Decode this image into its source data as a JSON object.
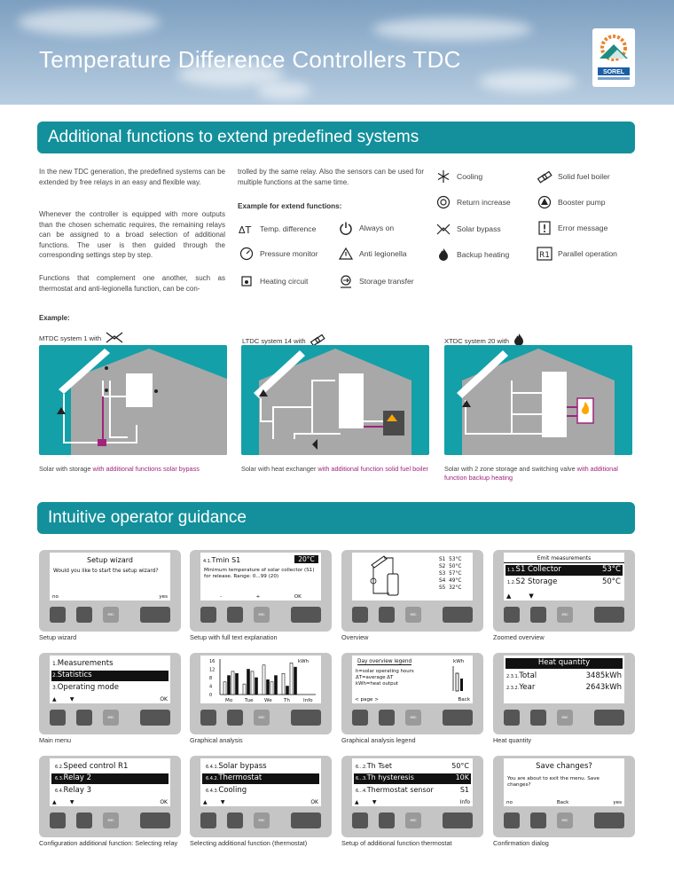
{
  "header": {
    "title": "Temperature Difference Controllers TDC",
    "logo_text": "SOREL"
  },
  "section1": {
    "title": "Additional functions to extend predefined systems",
    "intro_paragraphs": [
      "In the new TDC generation, the predefined systems can be extended by free relays in an easy and flexible way.",
      "Whenever the controller is equipped with more outputs than the chosen schematic requires, the remaining relays can be assigned to a broad selection of additional functions. The user is then guided through the corresponding settings step by step.",
      "Functions that complement one another, such as thermostat and anti-legionella function, can be con-"
    ],
    "continued_paragraph": "trolled by the same relay. Also the sensors can be used for multiple functions at the same time.",
    "example_heading": "Example for extend functions:",
    "functions_col1": [
      "Temp. difference",
      "Pressure monitor",
      "Heating circuit"
    ],
    "functions_col2": [
      "Always on",
      "Anti legionella",
      "Storage transfer"
    ],
    "functions_col3": [
      "Cooling",
      "Return increase",
      "Solar bypass",
      "Backup heating"
    ],
    "functions_col4": [
      "Solid fuel boiler",
      "Booster pump",
      "Error message",
      "Parallel operation"
    ],
    "example_label": "Example:",
    "examples": [
      {
        "title": "MTDC system 1 with",
        "caption_plain": "Solar with storage ",
        "caption_highlight": "with additional functions solar bypass"
      },
      {
        "title": "LTDC system 14 with",
        "caption_plain": "Solar with heat exchanger ",
        "caption_highlight": "with additional function solid fuel boiler"
      },
      {
        "title": "XTDC system 20 with",
        "caption_plain": "Solar with 2 zone storage and switching valve ",
        "caption_highlight": "with additional function backup heating"
      }
    ]
  },
  "section2": {
    "title": "Intuitive operator guidance",
    "esc_label": "esc",
    "devices": [
      {
        "label": "Setup wizard",
        "title": "Setup wizard",
        "body": "Would you like to start the setup wizard?",
        "soft_left": "no",
        "soft_right": "yes"
      },
      {
        "label": "Setup with full text explanation",
        "menu_no": "4.1.",
        "menu_name": "Tmin S1",
        "value": "20°C",
        "body": "Minimum temperature of solar collector (S1) for release. Range: 0...99 (20)",
        "soft": [
          "-",
          "+",
          "OK"
        ]
      },
      {
        "label": "Overview",
        "sensors": [
          [
            "S1",
            "53°C"
          ],
          [
            "S2",
            "50°C"
          ],
          [
            "S3",
            "57°C"
          ],
          [
            "S4",
            "49°C"
          ],
          [
            "S5",
            "32°C"
          ]
        ]
      },
      {
        "label": "Zoomed overview",
        "title": "Emit measurements",
        "rows": [
          [
            "1.1.",
            "S1 Collector",
            "53°C"
          ],
          [
            "1.2.",
            "S2 Storage",
            "50°C"
          ]
        ]
      },
      {
        "label": "Main menu",
        "rows": [
          [
            "1.",
            "Measurements"
          ],
          [
            "2.",
            "Statistics"
          ],
          [
            "3.",
            "Operating mode"
          ]
        ],
        "soft_right": "OK"
      },
      {
        "label": "Graphical analysis",
        "unit": "kWh",
        "y_ticks": [
          "16",
          "12",
          "8",
          "4",
          "0"
        ],
        "days": [
          "Mo",
          "Tue",
          "We",
          "Th",
          "Info"
        ]
      },
      {
        "label": "Graphical analysis legend",
        "title": "Day overview legend",
        "unit": "kWh",
        "lines": [
          "h=solar operating hours",
          "ΔT=average ΔT",
          "kWh=heat output"
        ],
        "soft_left": "< page >",
        "soft_right": "Back"
      },
      {
        "label": "Heat quantity",
        "title": "Heat quantity",
        "rows": [
          [
            "2.3.1.",
            "Total",
            "3485kWh"
          ],
          [
            "2.3.2.",
            "Year",
            "2643kWh"
          ]
        ]
      },
      {
        "label": "Configuration additional function: Selecting relay",
        "rows": [
          [
            "6.2.",
            "Speed control R1"
          ],
          [
            "6.3.",
            "Relay 2"
          ],
          [
            "6.4.",
            "Relay 3"
          ]
        ],
        "soft_right": "OK"
      },
      {
        "label": "Selecting additional function (thermostat)",
        "rows": [
          [
            "6.4.1.",
            "Solar bypass"
          ],
          [
            "6.4.2.",
            "Thermostat"
          ],
          [
            "6.4.3.",
            "Cooling"
          ]
        ],
        "soft_right": "OK"
      },
      {
        "label": "Setup of additional function thermostat",
        "rows": [
          [
            "6...2.",
            "Th Tset",
            "50°C"
          ],
          [
            "6...3.",
            "Th hysteresis",
            "10K"
          ],
          [
            "6...4.",
            "Thermostat sensor",
            "S1"
          ]
        ],
        "soft_right": "Info"
      },
      {
        "label": "Confirmation dialog",
        "title": "Save changes?",
        "body": "You are about to exit the menu. Save changes?",
        "soft": [
          "no",
          "Back",
          "yes"
        ]
      }
    ],
    "chart_bars": [
      {
        "day": "Mo",
        "values": [
          6,
          9,
          11,
          10
        ]
      },
      {
        "day": "Tue",
        "values": [
          5,
          12,
          11,
          8
        ]
      },
      {
        "day": "We",
        "values": [
          14,
          7,
          6,
          9
        ]
      },
      {
        "day": "Th",
        "values": [
          10,
          4,
          15,
          13
        ]
      }
    ]
  },
  "colors": {
    "teal": "#13909b",
    "magenta": "#a0247a",
    "device_grey": "#c5c5c5"
  }
}
